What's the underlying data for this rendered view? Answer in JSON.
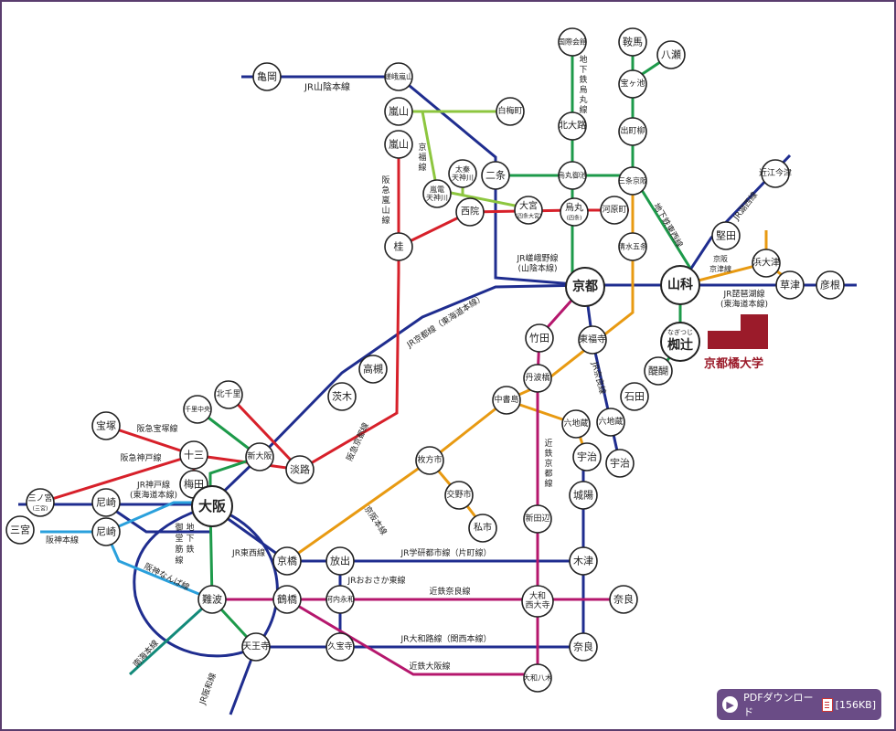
{
  "stations": {
    "kameoka": "亀岡",
    "sagaarashiyama": "嵯峨嵐山",
    "arashiyama_keifuku": "嵐山",
    "arashiyama_hankyu": "嵐山",
    "katsura": "桂",
    "hakubaicho": "白梅町",
    "uzumasa": "太秦\n天神川",
    "randen": "嵐電\n天神川",
    "nijo": "二条",
    "saiin": "西院",
    "omiya": "大宮",
    "omiya_sub": "(四条大宮)",
    "karasuma": "烏丸",
    "karasuma_sub": "(四条)",
    "kawaramachi": "河原町",
    "kokusaikaikan": "国際会館",
    "kitaoji": "北大路",
    "karasumaoike": "烏丸御池",
    "kurama": "鞍馬",
    "yase": "八瀬",
    "takaragaike": "宝ヶ池",
    "demachiyanagi": "出町柳",
    "sanjokeihan": "三条京阪",
    "kiyomizugojo": "清水五条",
    "omitoshiki": "近江今津",
    "katata": "堅田",
    "hamaotsu": "浜大津",
    "kusatsu": "草津",
    "hikone": "彦根",
    "kyoto": "京都",
    "yamashina": "山科",
    "nagitsuji_ruby": "なぎつじ",
    "nagitsuji": "椥辻",
    "takeda": "竹田",
    "tofukuji": "東福寺",
    "daigo": "醍醐",
    "ishida": "石田",
    "tambabashi": "丹波橋",
    "chushojima": "中書島",
    "rokujizo_keihan": "六地蔵",
    "rokujizo": "六地蔵",
    "uji_keihan": "宇治",
    "uji_jr": "宇治",
    "joyo": "城陽",
    "kizu": "木津",
    "hirakatashi": "枚方市",
    "kozenji": "交野市",
    "kisaichi": "私市",
    "shintanabe": "新田辺",
    "yamatosaidaiji": "大和\n西大寺",
    "nara_kintetsu": "奈良",
    "nara_jr": "奈良",
    "yamatoyagi": "大和八木",
    "takatsuki": "高槻",
    "ibaraki": "茨木",
    "awaji": "淡路",
    "shinosaka": "新大阪",
    "kitasenri": "北千里",
    "senrichuo": "千里中央",
    "takarazuka": "宝塚",
    "juso": "十三",
    "umeda": "梅田",
    "osaka": "大阪",
    "amagasaki_jr": "尼崎",
    "amagasaki_hanshin": "尼崎",
    "sannomiya_a": "三ノ宮",
    "sannomiya_a_sub": "(三宮)",
    "sannomiya_b": "三宮",
    "kyobashi": "京橋",
    "hanaten": "放出",
    "kawachieiwa": "河内永和",
    "namba": "難波",
    "tsuruhashi": "鶴橋",
    "tennoji": "天王寺",
    "kyuhoji": "久宝寺"
  },
  "lines": {
    "jr_sanin": "JR山陰本線",
    "jr_sagano": "JR嵯峨野線\n(山陰本線)",
    "keifuku": "京福線",
    "hankyu_arashiyama": "阪急嵐山線",
    "subway_karasuma": "地下鉄烏丸線",
    "subway_tozai": "地下鉄東西線",
    "jr_kosei": "JR湖西線",
    "keihan_keishin": "京阪\n京津線",
    "jr_biwako": "JR琵琶湖線\n(東海道本線)",
    "jr_kyoto": "JR京都線（東海道本線）",
    "jr_nara": "JR奈良線",
    "kintetsu_kyoto": "近鉄京都線",
    "keihan_main": "京阪本線",
    "hankyu_kyoto": "阪急京都線",
    "hankyu_takarazuka": "阪急宝塚線",
    "hankyu_kobe": "阪急神戸線",
    "jr_kobe": "JR神戸線\n(東海道本線)",
    "hanshin_main": "阪神本線",
    "hanshin_namba": "阪神なんば線",
    "midosuji": "御堂筋線",
    "midosuji_chars": [
      "御",
      "地",
      "堂",
      "下",
      "筋",
      "鉄",
      "線"
    ],
    "jr_tozai": "JR東西線",
    "jr_gakkentoshi": "JR学研都市線（片町線）",
    "jr_osakahigashi": "JRおおさか東線",
    "kintetsu_nara": "近鉄奈良線",
    "jr_yamatoji": "JR大和路線（関西本線）",
    "kintetsu_osaka": "近鉄大阪線",
    "nankai": "南海本線",
    "jr_hanwa": "JR阪和線"
  },
  "university": "京都橘大学",
  "download": {
    "label": "PDFダウンロード",
    "size": "[156KB]"
  },
  "colors": {
    "jr": "#1f2d8f",
    "keihan": "#e89a12",
    "kintetsu": "#b5176d",
    "hankyu": "#d7202a",
    "subway_green": "#1d9a4a",
    "keifuku": "#8dc63f",
    "hanshin": "#2aa0dc",
    "nankai": "#138a7a",
    "university": "#9b1b2a",
    "frame": "#5a3d6e",
    "button": "#6a4c86"
  }
}
